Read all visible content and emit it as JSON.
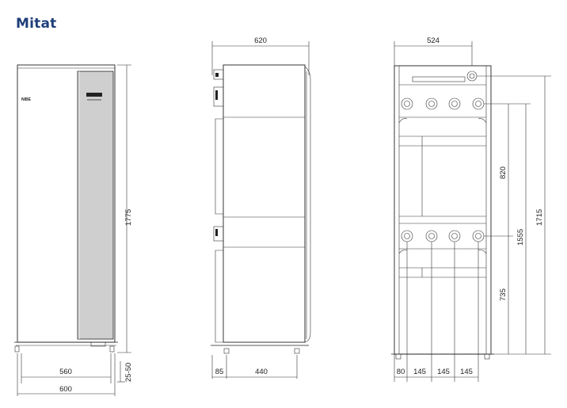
{
  "title": "Mitat",
  "colors": {
    "title": "#1f3f7a",
    "front_panel": "#cfcfcf",
    "line": "#222222"
  },
  "views": {
    "front": {
      "width_inner": "560",
      "width_outer": "600",
      "height": "1775",
      "feet": "25-50",
      "logo": "NIBE"
    },
    "side": {
      "depth": "620",
      "left_offset": "85",
      "feet_spacing": "440"
    },
    "rear": {
      "width": "524",
      "height_820": "820",
      "height_1555": "1555",
      "height_1715": "1715",
      "height_735": "735",
      "spacing_80": "80",
      "spacing_145_a": "145",
      "spacing_145_b": "145",
      "spacing_145_c": "145"
    }
  }
}
